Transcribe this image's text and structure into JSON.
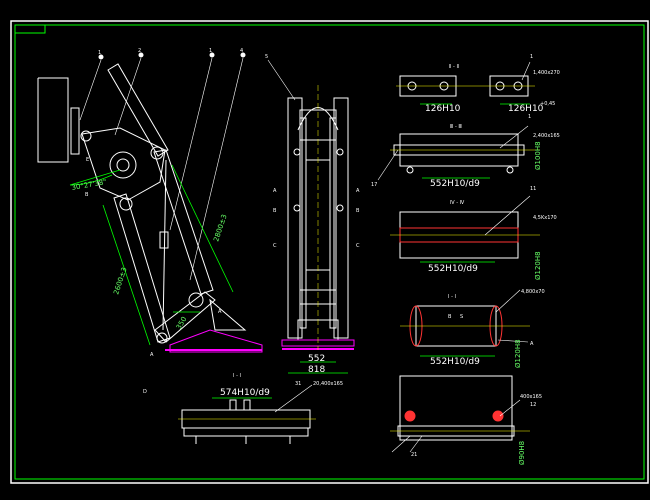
{
  "drawing": {
    "background": "#000000",
    "frame_color": "#ffffff",
    "inner_frame_color": "#00ff00",
    "colors": {
      "part": "#ffffff",
      "dimension": "#00ff00",
      "base": "#ff00ff",
      "hidden": "#ff3333",
      "yellow": "#ffff00",
      "cyan": "#00ffff"
    }
  },
  "side_view": {
    "dim_long": "2600±3",
    "dim_mid": "2800±3",
    "dim_small": "350",
    "angle": "30°27'38\"",
    "leaders": [
      "1",
      "2",
      "1",
      "4"
    ],
    "letters": [
      "E",
      "B",
      "A",
      "A"
    ],
    "label_d": "D"
  },
  "front_view": {
    "leader": "5",
    "dim_inner": "552",
    "dim_outer": "818",
    "left_letters": [
      "A",
      "B",
      "C"
    ],
    "right_letters": [
      "A",
      "B",
      "C"
    ]
  },
  "bottom_detail": {
    "section_title": "I - I",
    "dimension": "574H10/d9",
    "leader_number": "31",
    "leader_text": "20,400x165"
  },
  "right_details": {
    "top": {
      "section_title": "Ⅱ - Ⅱ",
      "leader_number": "1",
      "leader_text": "1,400x270",
      "dim_left": "126H10",
      "dim_right": "126H10",
      "dim_right_suffix": "+0,45"
    },
    "second": {
      "section_title": "Ⅲ - Ⅲ",
      "leader_number": "1",
      "leader_text": "2,400x165",
      "dim": "552H10/d9",
      "side_number": "17",
      "diameter": "Ø100H8"
    },
    "third": {
      "section_title": "Ⅳ - Ⅳ",
      "leader_number": "11",
      "leader_text": "4,5Kx170",
      "dim": "552H10/d9",
      "diameter": "Ø120H8"
    },
    "fourth": {
      "section_title": "Ⅰ - Ⅰ",
      "leader_text": "4,800x70",
      "dim": "552H10/d9",
      "diameter": "Ø120H8",
      "label_b": "B",
      "label_s": "S",
      "label_a": "A"
    },
    "fifth": {
      "leader_number": "12",
      "leader_text": "400x165",
      "bottom_number": "21",
      "diameter": "Ø90H8"
    }
  }
}
